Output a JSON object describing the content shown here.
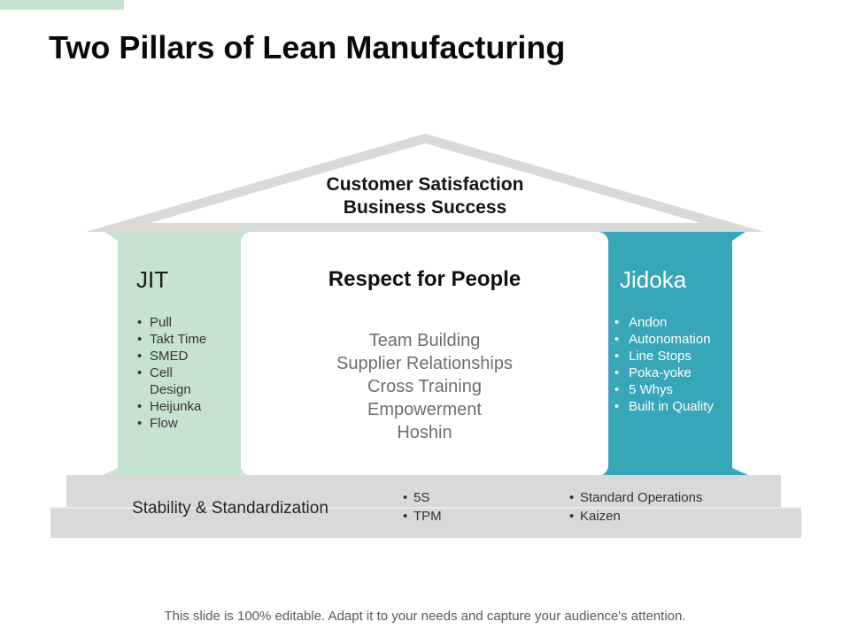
{
  "slide": {
    "title": "Two Pillars of Lean Manufacturing",
    "footer": "This slide is 100% editable. Adapt it to your needs and capture your audience's attention."
  },
  "roof": {
    "line1": "Customer Satisfaction",
    "line2": "Business Success"
  },
  "left_pillar": {
    "heading": "JIT",
    "items": [
      "Pull",
      "Takt Time",
      "SMED",
      "Cell Design",
      "Heijunka",
      "Flow"
    ]
  },
  "center_panel": {
    "heading": "Respect for People",
    "items": [
      "Team Building",
      "Supplier Relationships",
      "Cross Training",
      "Empowerment",
      "Hoshin"
    ]
  },
  "right_pillar": {
    "heading": "Jidoka",
    "items": [
      "Andon",
      "Autonomation",
      "Line Stops",
      "Poka-yoke",
      "5 Whys",
      "Built in Quality"
    ]
  },
  "base": {
    "label": "Stability & Standardization",
    "col1": [
      "5S",
      "TPM"
    ],
    "col2": [
      "Standard Operations",
      "Kaizen"
    ]
  },
  "colors": {
    "pillar_mint": "#c6e2d3",
    "pillar_teal": "#37a6b8",
    "structure_gray": "#d9d9d9",
    "center_text_gray": "#6e6e6e",
    "footer_gray": "#595959"
  }
}
